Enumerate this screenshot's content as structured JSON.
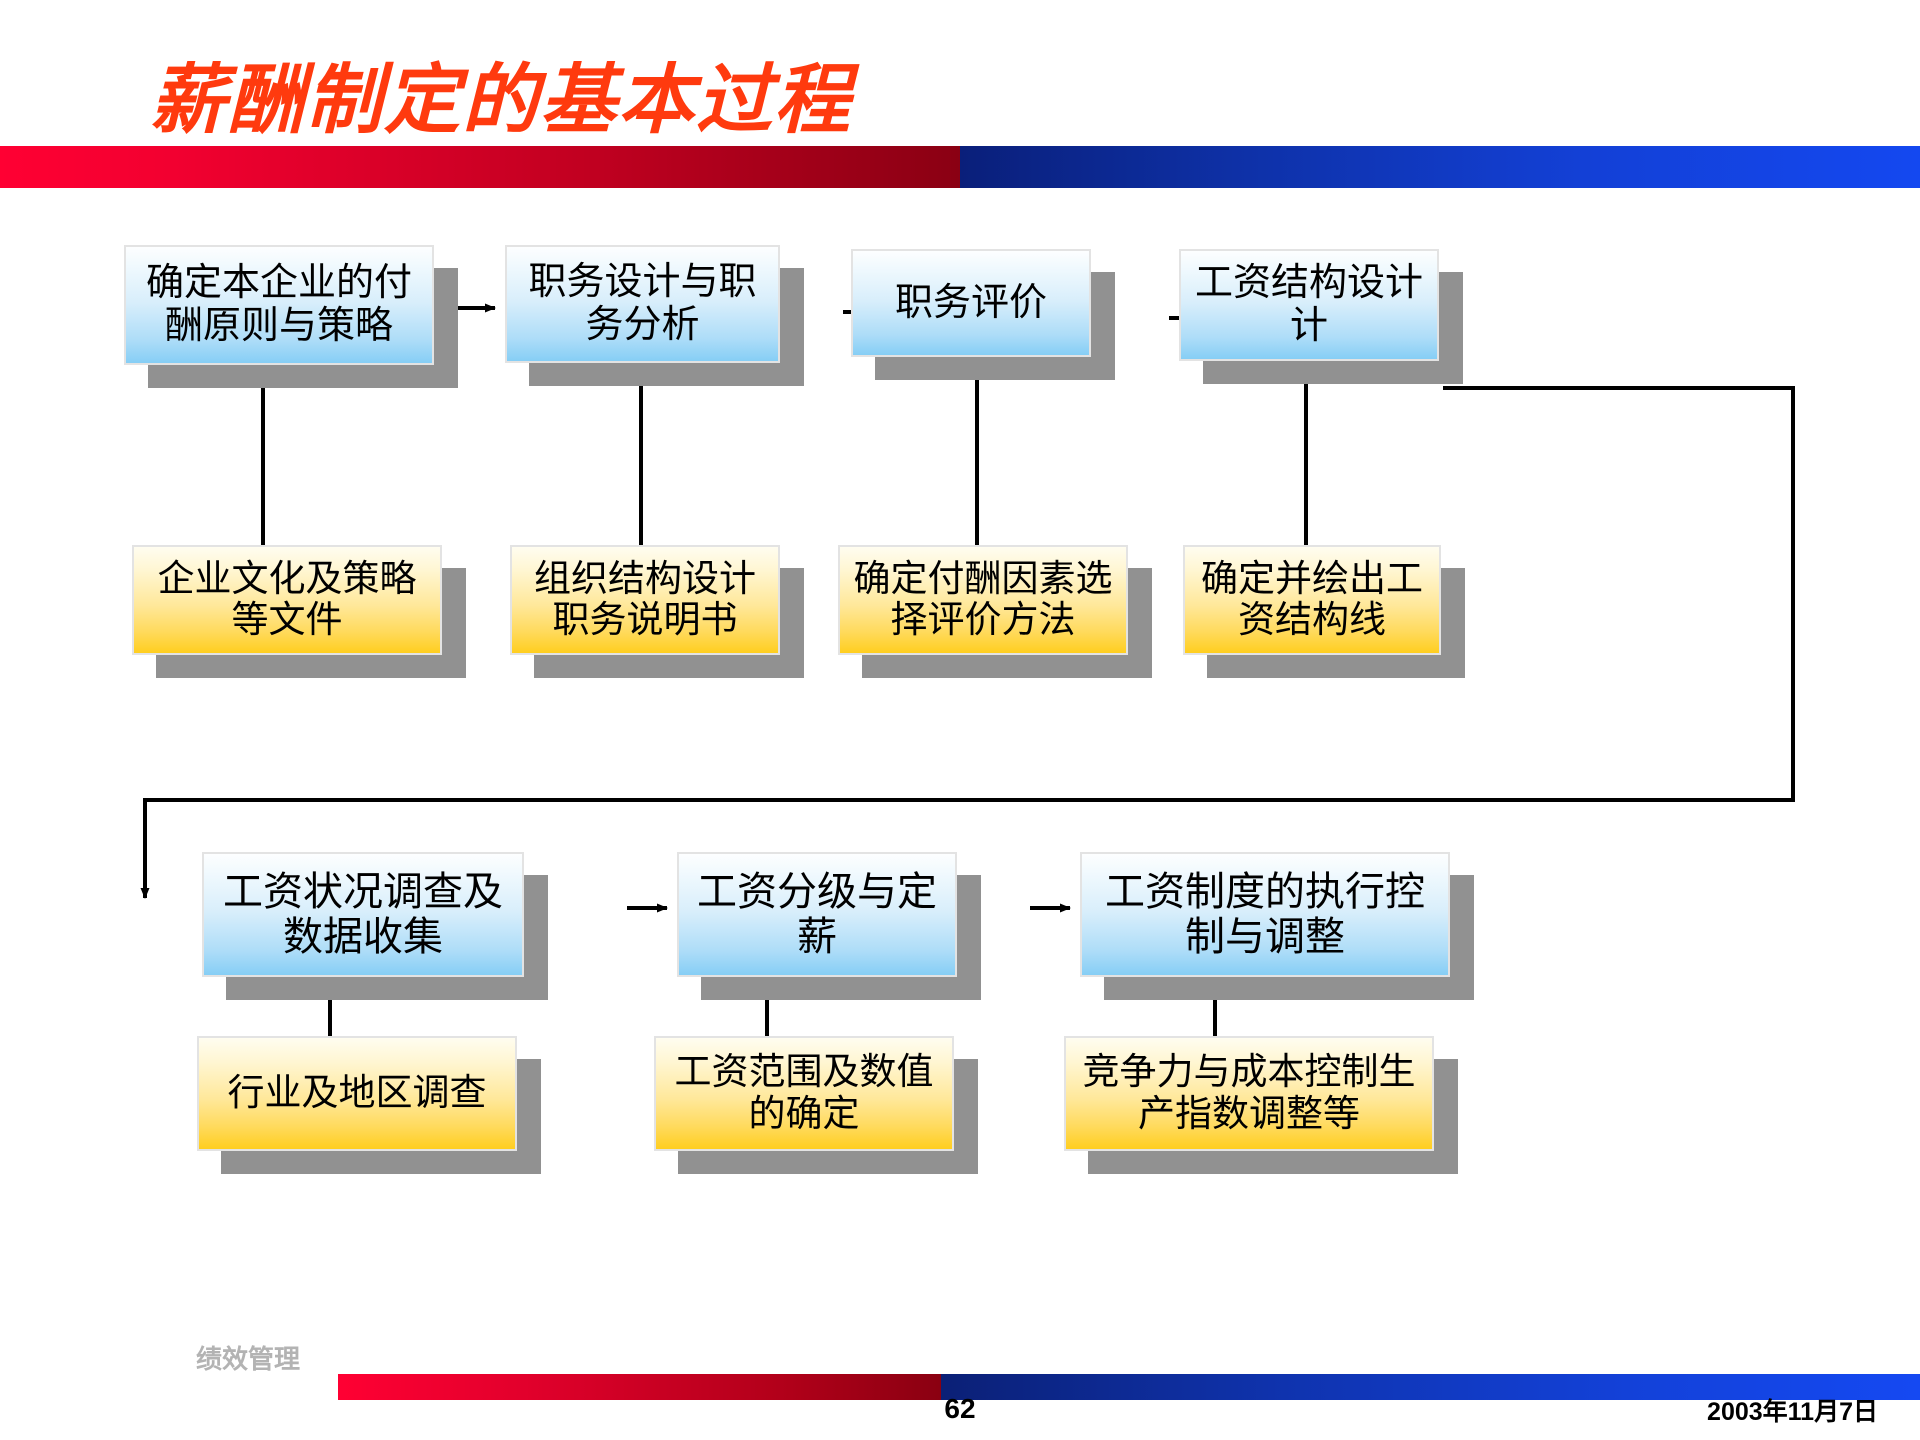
{
  "slide": {
    "title": "薪酬制定的基本过程",
    "page_number": "62",
    "date": "2003年11月7日",
    "footer_label": "绩效管理",
    "accent_red": "#FF0033",
    "accent_dark_red": "#8A0013",
    "accent_dark_blue": "#0A1F7A",
    "accent_blue": "#1448F0",
    "title_color": "#FF3A0E"
  },
  "flow": {
    "row1_steps": [
      {
        "label": "确定本企业的付酬原则与策略"
      },
      {
        "label": "职务设计与职务分析"
      },
      {
        "label": "职务评价"
      },
      {
        "label": "工资结构设计计"
      }
    ],
    "row1_outputs": [
      {
        "label": "企业文化及策略等文件"
      },
      {
        "label": "组织结构设计职务说明书"
      },
      {
        "label": "确定付酬因素选择评价方法"
      },
      {
        "label": "确定并绘出工资结构线"
      }
    ],
    "row2_steps": [
      {
        "label": "工资状况调查及数据收集"
      },
      {
        "label": "工资分级与定薪"
      },
      {
        "label": "工资制度的执行控制与调整"
      }
    ],
    "row2_outputs": [
      {
        "label": "行业及地区调查"
      },
      {
        "label": "工资范围及数值的确定"
      },
      {
        "label": "竞争力与成本控制生产指数调整等"
      }
    ]
  }
}
